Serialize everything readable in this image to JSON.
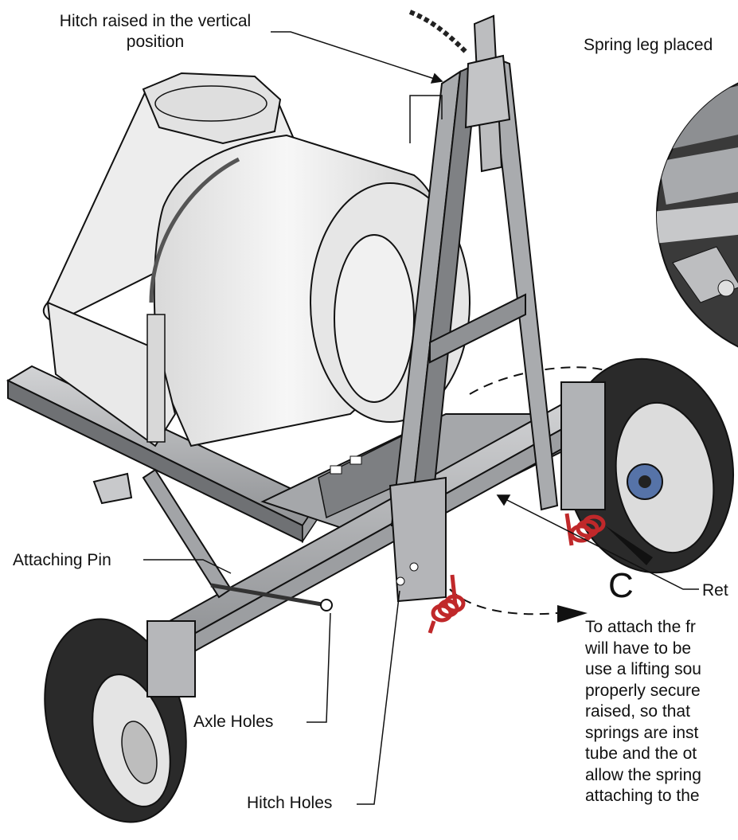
{
  "labels": {
    "hitch_raised_line1": "Hitch raised in the vertical",
    "hitch_raised_line2": "position",
    "spring_leg": "Spring leg placed",
    "attaching_pin": "Attaching Pin",
    "axle_holes": "Axle Holes",
    "hitch_holes": "Hitch Holes",
    "ret": "Ret",
    "detail_letter": "C"
  },
  "instructions": [
    "To attach the fr",
    "will have to be",
    "use a lifting sou",
    "properly secure",
    "raised, so that",
    "springs are inst",
    "tube and the ot",
    "allow the spring",
    "attaching to the"
  ],
  "colors": {
    "line": "#111111",
    "steel": "#b9bbbd",
    "steel_dark": "#8a8c8f",
    "tank": "#ececec",
    "tire": "#2a2a2a",
    "spring": "#c0282a"
  }
}
